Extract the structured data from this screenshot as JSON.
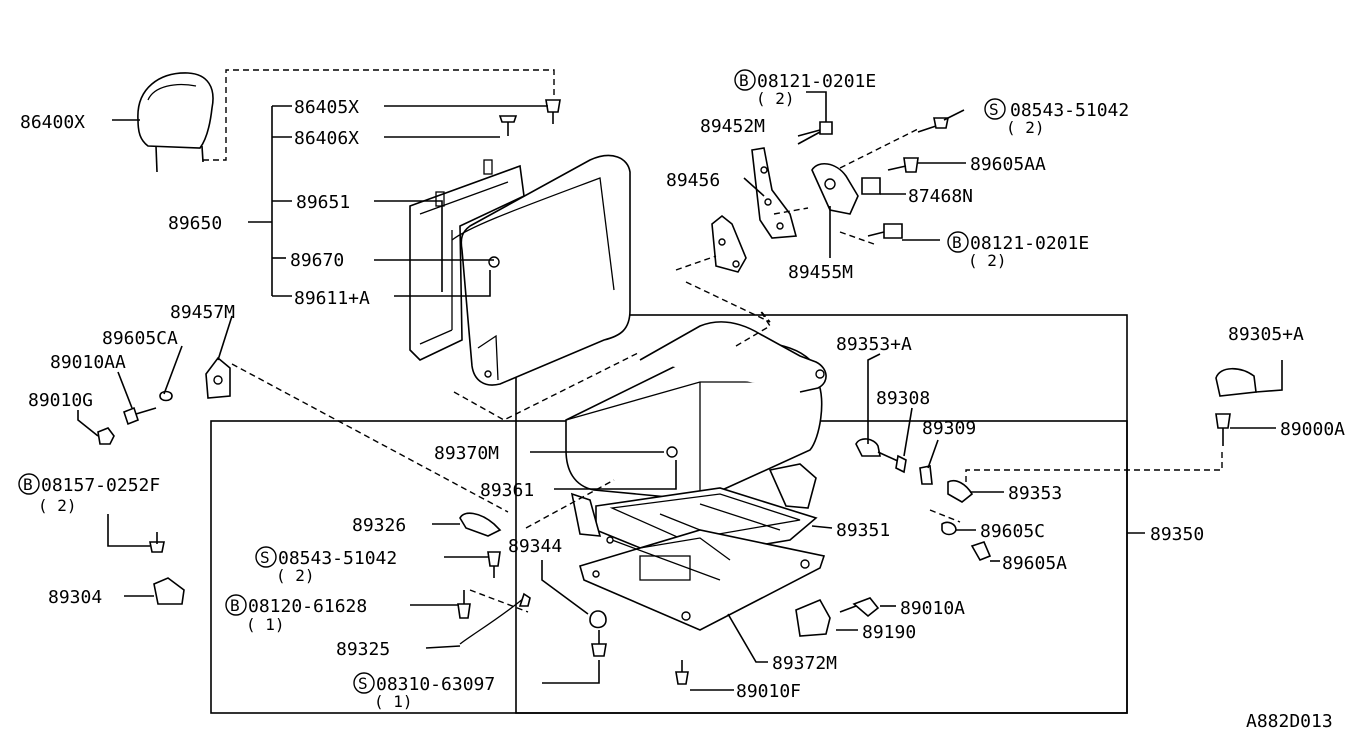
{
  "diagram_id": "A882D013",
  "callouts": {
    "c86400X": "86400X",
    "c86405X": "86405X",
    "c86406X": "86406X",
    "c89650": "89650",
    "c89651": "89651",
    "c89670": "89670",
    "c89611A": "89611+A",
    "c89457M": "89457M",
    "c89605CA": "89605CA",
    "c89010AA": "89010AA",
    "c89010G": "89010G",
    "c08157_0252F": "08157-0252F",
    "c89304": "89304",
    "c89326": "89326",
    "c89344": "89344",
    "c08543_51042_b": "08543-51042",
    "c08120_61628": "08120-61628",
    "c89325": "89325",
    "c08310_63097": "08310-63097",
    "c89010F": "89010F",
    "c89372M": "89372M",
    "c89370M": "89370M",
    "c89361": "89361",
    "c89351": "89351",
    "c89350": "89350",
    "c89010A": "89010A",
    "c89190": "89190",
    "c89353A": "89353+A",
    "c89308": "89308",
    "c89309": "89309",
    "c89353": "89353",
    "c89605C": "89605C",
    "c89605A": "89605A",
    "c89305A": "89305+A",
    "c89000A": "89000A",
    "c08121_0201E_a": "08121-0201E",
    "c89452M": "89452M",
    "c89456": "89456",
    "c89455M": "89455M",
    "c08543_51042_a": "08543-51042",
    "c89605AA": "89605AA",
    "c87468N": "87468N",
    "c08121_0201E_b": "08121-0201E"
  },
  "quantities": {
    "q2": "( 2)",
    "q1": "( 1)"
  },
  "prefixes": {
    "B": "B",
    "S": "S"
  }
}
